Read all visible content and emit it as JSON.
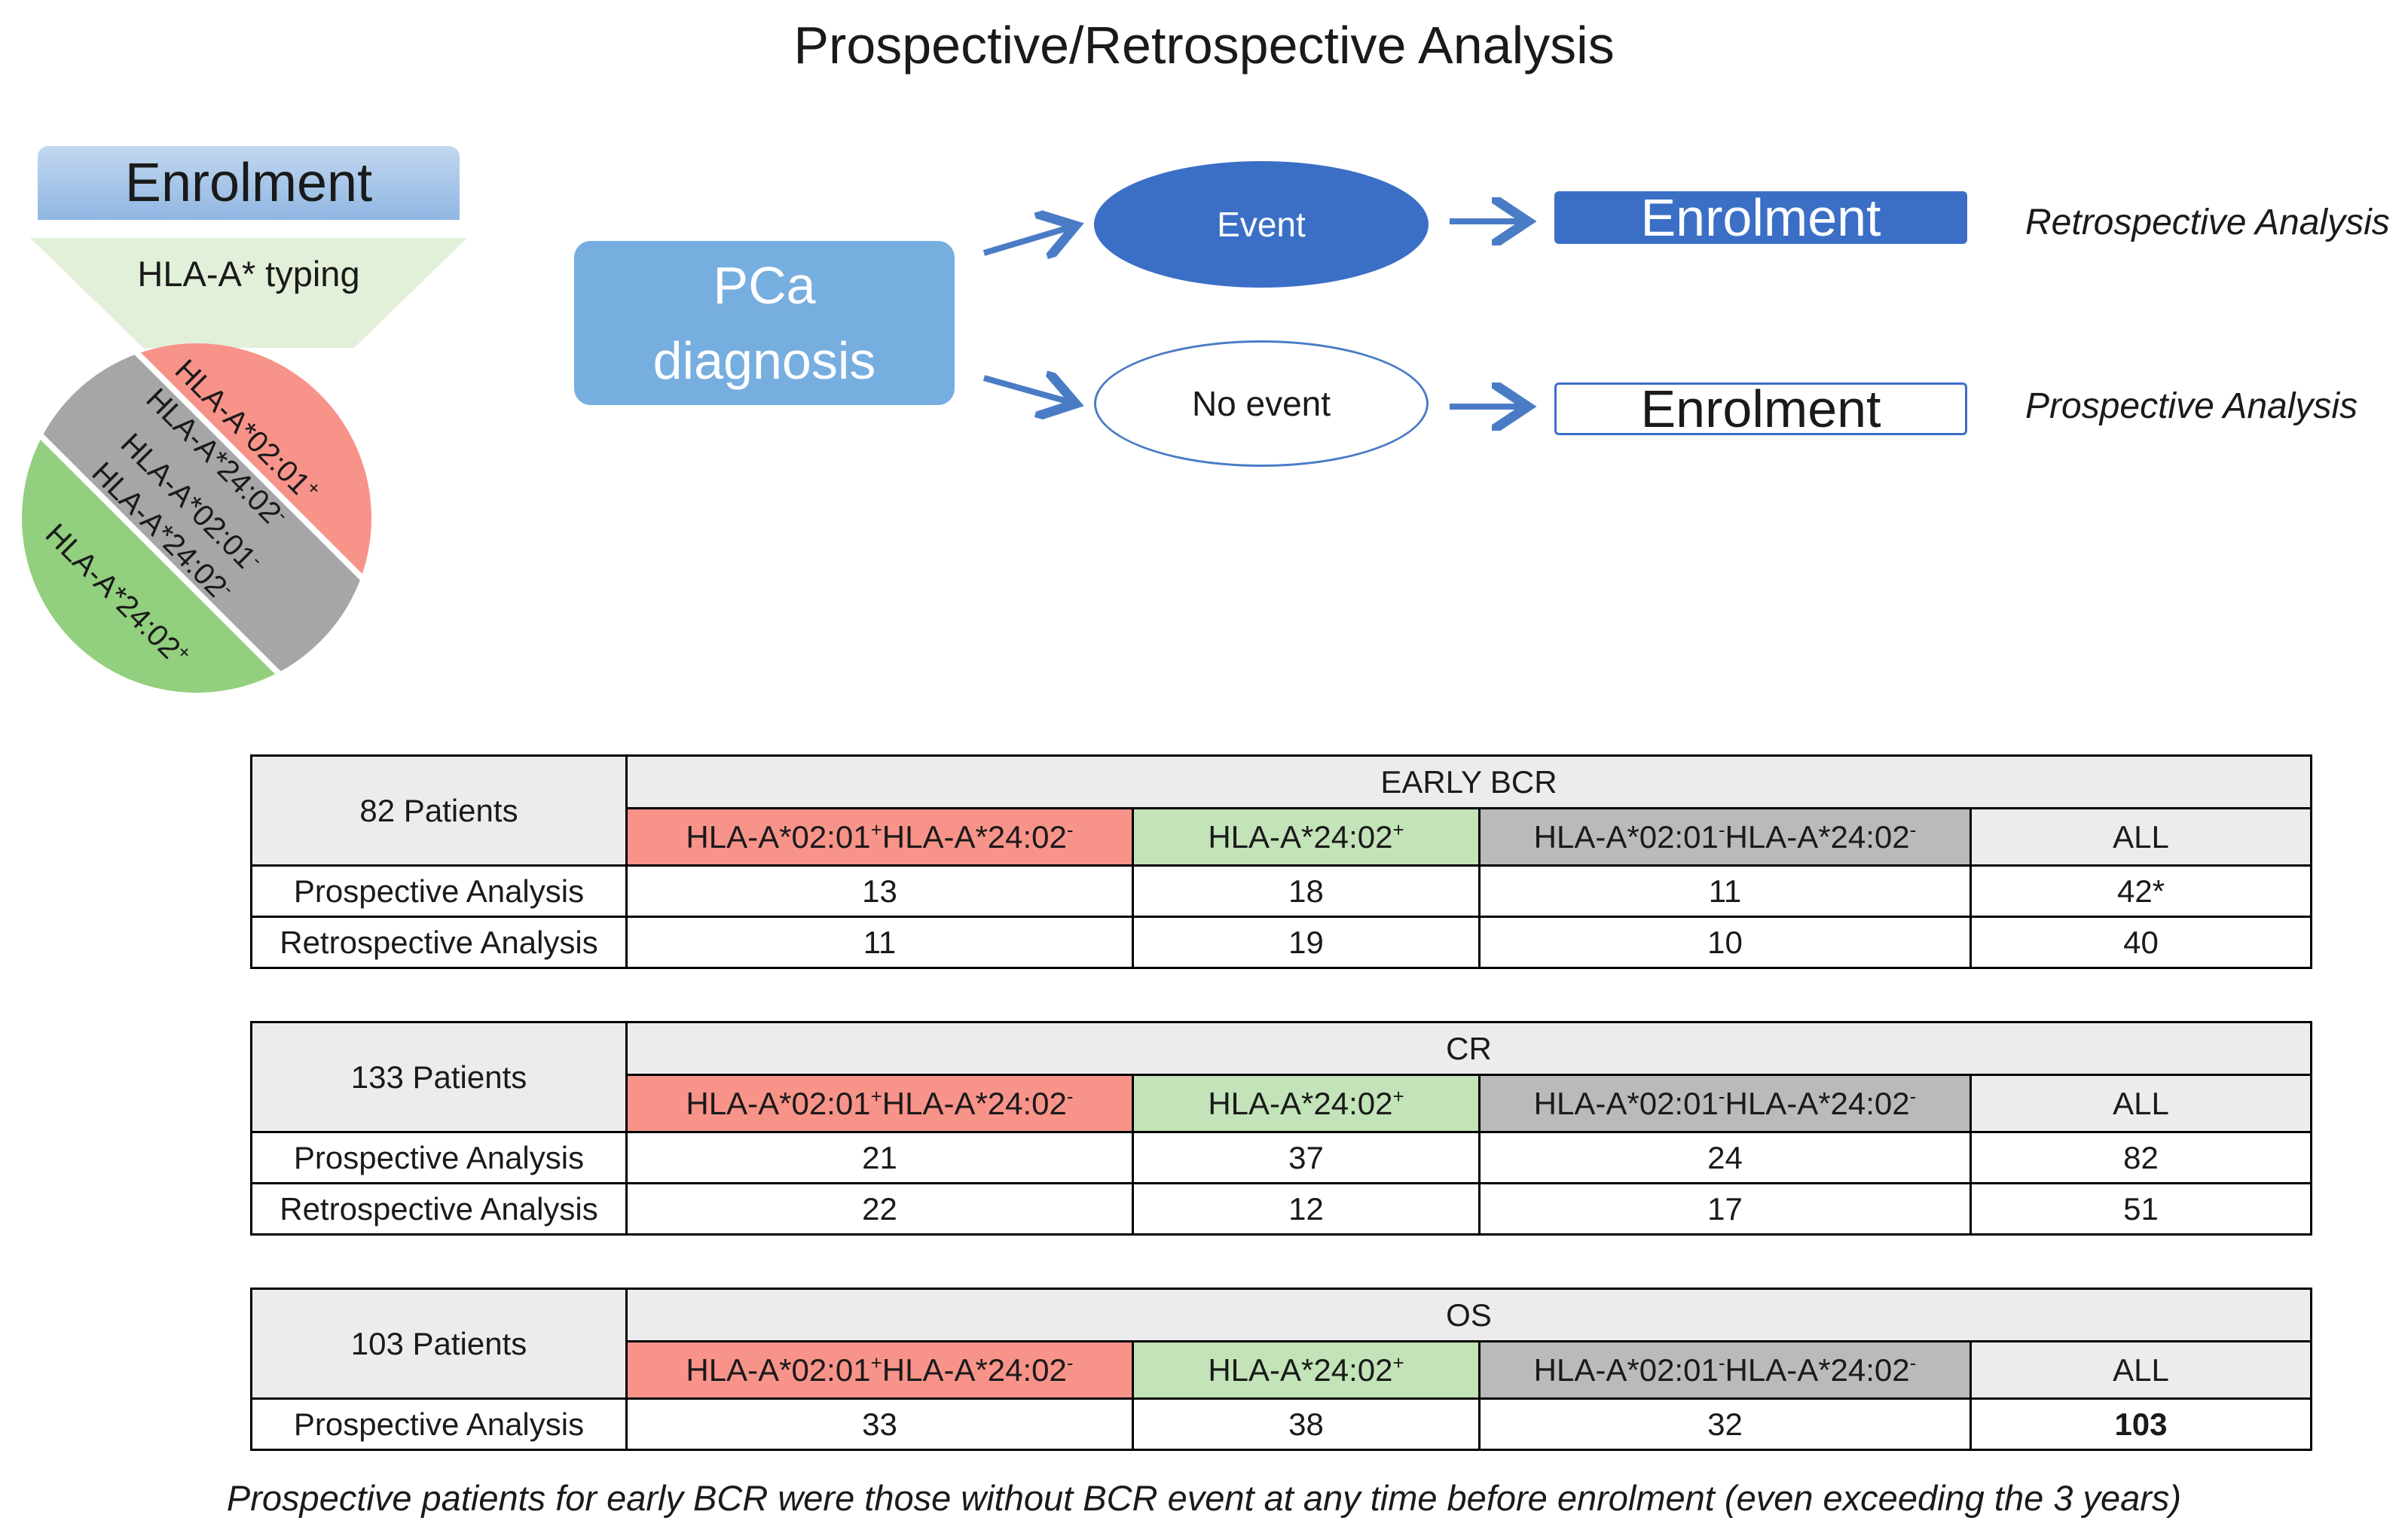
{
  "title": "Prospective/Retrospective Analysis",
  "left_panel": {
    "enrolment_label": "Enrolment",
    "typing_label": "HLA-A* typing",
    "segments": [
      {
        "line1": "HLA-A*02:01",
        "sup1": "+",
        "line2": "HLA-A*24:02",
        "sup2": "-",
        "color": "#f8938a"
      },
      {
        "line1": "HLA-A*02:01",
        "sup1": "-",
        "line2": "HLA-A*24:02",
        "sup2": "-",
        "color": "#a6a6a6"
      },
      {
        "line1": "HLA-A*24:02",
        "sup1": "+",
        "color": "#92cf7e"
      }
    ]
  },
  "flow": {
    "pca_line1": "PCa",
    "pca_line2": "diagnosis",
    "event_label": "Event",
    "no_event_label": "No event",
    "enrolment_event": "Enrolment",
    "enrolment_no_event": "Enrolment",
    "retro_label": "Retrospective Analysis",
    "prosp_label": "Prospective Analysis"
  },
  "colors": {
    "accent_blue": "#3b6fc6",
    "pca_blue": "#77aee0",
    "red": "#f8938a",
    "green": "#c3e3b8",
    "grey": "#bababa"
  },
  "tables": [
    {
      "patients": "82 Patients",
      "endpoint": "EARLY BCR",
      "col1": "HLA-A*02:01",
      "col1_sup": "+",
      "col1b": "HLA-A*24:02",
      "col1b_sup": "-",
      "col2": "HLA-A*24:02",
      "col2_sup": "+",
      "col3": "HLA-A*02:01",
      "col3_sup": "-",
      "col3b": "HLA-A*24:02",
      "col3b_sup": "-",
      "col4": "ALL",
      "rows": [
        {
          "label": "Prospective Analysis",
          "v1": "13",
          "v2": "18",
          "v3": "11",
          "all": "42*"
        },
        {
          "label": "Retrospective Analysis",
          "v1": "11",
          "v2": "19",
          "v3": "10",
          "all": "40"
        }
      ]
    },
    {
      "patients": "133 Patients",
      "endpoint": "CR",
      "col1": "HLA-A*02:01",
      "col1_sup": "+",
      "col1b": "HLA-A*24:02",
      "col1b_sup": "-",
      "col2": "HLA-A*24:02",
      "col2_sup": "+",
      "col3": "HLA-A*02:01",
      "col3_sup": "-",
      "col3b": "HLA-A*24:02",
      "col3b_sup": "-",
      "col4": "ALL",
      "rows": [
        {
          "label": "Prospective Analysis",
          "v1": "21",
          "v2": "37",
          "v3": "24",
          "all": "82"
        },
        {
          "label": "Retrospective Analysis",
          "v1": "22",
          "v2": "12",
          "v3": "17",
          "all": "51"
        }
      ]
    },
    {
      "patients": "103 Patients",
      "endpoint": "OS",
      "col1": "HLA-A*02:01",
      "col1_sup": "+",
      "col1b": "HLA-A*24:02",
      "col1b_sup": "-",
      "col2": "HLA-A*24:02",
      "col2_sup": "+",
      "col3": "HLA-A*02:01",
      "col3_sup": "-",
      "col3b": "HLA-A*24:02",
      "col3b_sup": "-",
      "col4": "ALL",
      "rows": [
        {
          "label": "Prospective Analysis",
          "v1": "33",
          "v2": "38",
          "v3": "32",
          "all": "103"
        }
      ]
    }
  ],
  "footnote": "Prospective patients for early BCR were those without BCR event at any time before enrolment (even exceeding the 3 years)"
}
